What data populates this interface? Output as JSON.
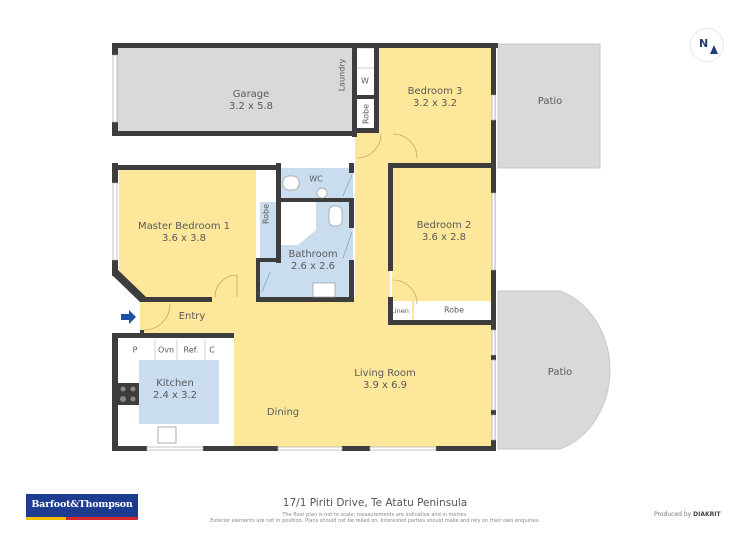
{
  "compass": {
    "label": "N"
  },
  "rooms": {
    "garage": {
      "name": "Garage",
      "size": "3.2 x 5.8"
    },
    "laundry": {
      "name": "Laundry"
    },
    "laundry_w": {
      "name": "W"
    },
    "robe_top": {
      "name": "Robe"
    },
    "bedroom3": {
      "name": "Bedroom 3",
      "size": "3.2 x 3.2"
    },
    "patio_top": {
      "name": "Patio"
    },
    "wc": {
      "name": "WC"
    },
    "master": {
      "name": "Master Bedroom 1",
      "size": "3.6 x 3.8"
    },
    "robe_master": {
      "name": "Robe"
    },
    "bathroom": {
      "name": "Bathroom",
      "size": "2.6 x 2.6"
    },
    "bedroom2": {
      "name": "Bedroom 2",
      "size": "3.6 x 2.8"
    },
    "linen": {
      "name": "Linen"
    },
    "robe_b2": {
      "name": "Robe"
    },
    "entry": {
      "name": "Entry"
    },
    "pantry": {
      "name": "P"
    },
    "oven": {
      "name": "Ovn"
    },
    "fridge": {
      "name": "Ref."
    },
    "cupboard": {
      "name": "C"
    },
    "kitchen": {
      "name": "Kitchen",
      "size": "2.4 x 3.2"
    },
    "dining": {
      "name": "Dining"
    },
    "living": {
      "name": "Living Room",
      "size": "3.9 x 6.9"
    },
    "patio_right": {
      "name": "Patio"
    }
  },
  "colors": {
    "living_fill": "#fde79b",
    "wet_fill": "#c9ddef",
    "outdoor_fill": "#d9d9d9",
    "wall": "#3d3d3d",
    "entry_arrow": "#1d4fa3"
  },
  "footer": {
    "brand": "Barfoot&Thompson",
    "address": "17/1 Piriti Drive, Te Atatu Peninsula",
    "disclaimer_line1": "The floor plan is not to scale; measurements are indicative and in metres.",
    "disclaimer_line2": "Exterior elements are not in position. Plans should not be relied on. Interested parties should make and rely on their own enquiries.",
    "produced_prefix": "Produced by",
    "produced_by": "DIAKRIT"
  }
}
